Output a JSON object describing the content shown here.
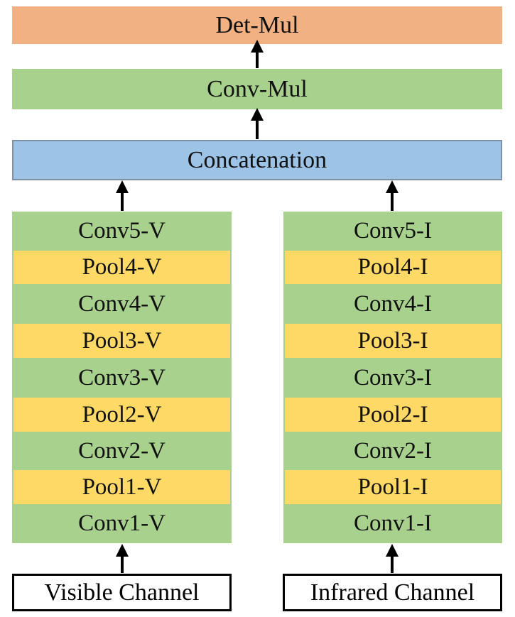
{
  "top": {
    "det_label": "Det-Mul",
    "conv_mul_label": "Conv-Mul",
    "concat_label": "Concatenation"
  },
  "visible_stream": {
    "layers": [
      "Conv5-V",
      "Pool4-V",
      "Conv4-V",
      "Pool3-V",
      "Conv3-V",
      "Pool2-V",
      "Conv2-V",
      "Pool1-V",
      "Conv1-V"
    ],
    "input_label": "Visible Channel"
  },
  "infrared_stream": {
    "layers": [
      "Conv5-I",
      "Pool4-I",
      "Conv4-I",
      "Pool3-I",
      "Conv3-I",
      "Pool2-I",
      "Conv2-I",
      "Pool1-I",
      "Conv1-I"
    ],
    "input_label": "Infrared Channel"
  },
  "colors": {
    "detection": "#f2b183",
    "conv": "#a9d18e",
    "pool": "#ffd966",
    "concat": "#9dc3e6"
  }
}
